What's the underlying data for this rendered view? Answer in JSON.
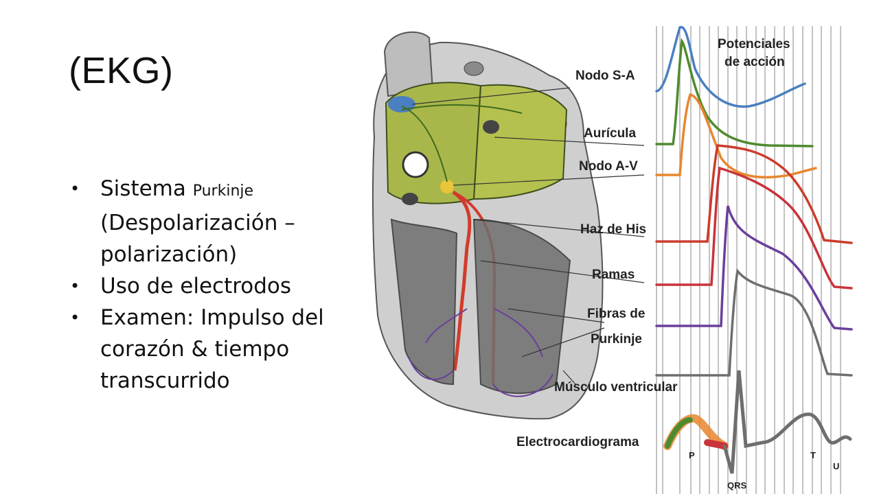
{
  "title": "(EKG)",
  "bullets": {
    "b1_main": "Sistema",
    "b1_small": "Purkinje",
    "b1_rest": "(Despolarización – polarización)",
    "b2": "Uso de electrodos",
    "b3": "Examen: Impulso del corazón & tiempo transcurrido"
  },
  "figure": {
    "header_line1": "Potenciales",
    "header_line2": "de acción",
    "labels": {
      "nodo_sa": "Nodo S-A",
      "auricula": "Aurícula",
      "nodo_av": "Nodo A-V",
      "haz_his": "Haz de His",
      "ramas": "Ramas",
      "fibras_1": "Fibras de",
      "fibras_2": "Purkinje",
      "musculo": "Músculo ventricular",
      "ekg": "Electrocardiograma"
    },
    "ekg_waves": {
      "p": "P",
      "qrs": "QRS",
      "t": "T",
      "u": "U"
    },
    "colors": {
      "sa": "#4a7fc1",
      "atrium": "#4f8a2f",
      "av": "#e8862e",
      "his": "#cc3b2b",
      "ramas": "#c9333a",
      "purkinje": "#6a3f9b",
      "muscle": "#6e6e6e"
    }
  }
}
